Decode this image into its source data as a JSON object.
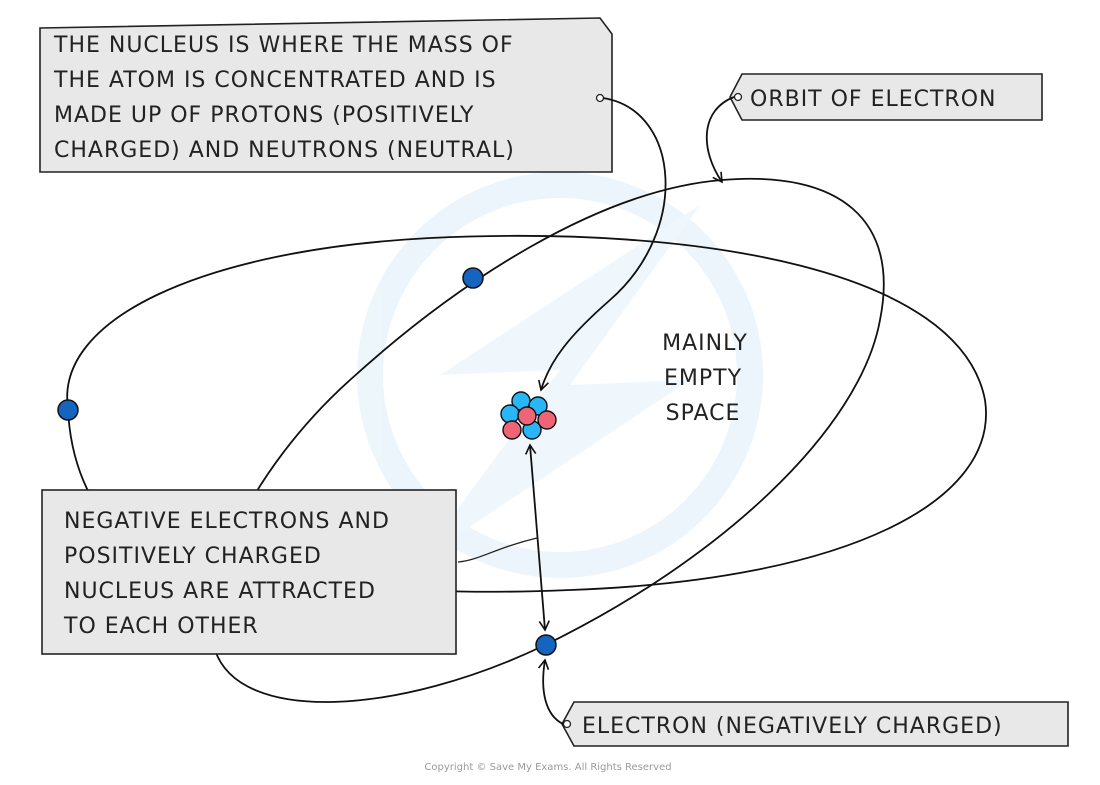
{
  "labels": {
    "nucleus": [
      "THE NUCLEUS IS WHERE THE MASS OF",
      "THE ATOM IS CONCENTRATED AND IS",
      "MADE UP OF PROTONS (POSITIVELY",
      "CHARGED) AND NEUTRONS (NEUTRAL)"
    ],
    "orbit": "ORBIT OF ELECTRON",
    "empty_space": [
      "MAINLY",
      "EMPTY",
      "SPACE"
    ],
    "attraction": [
      "NEGATIVE ELECTRONS AND",
      "POSITIVELY CHARGED",
      "NUCLEUS ARE ATTRACTED",
      "TO EACH OTHER"
    ],
    "electron": "ELECTRON (NEGATIVELY CHARGED)"
  },
  "copyright": "Copyright © Save My Exams. All Rights Reserved",
  "colors": {
    "electron": "#1565c0",
    "neutron": "#29b6f6",
    "proton": "#f06478",
    "box_fill": "#e8e8e8",
    "watermark": "#e6f3fb"
  }
}
